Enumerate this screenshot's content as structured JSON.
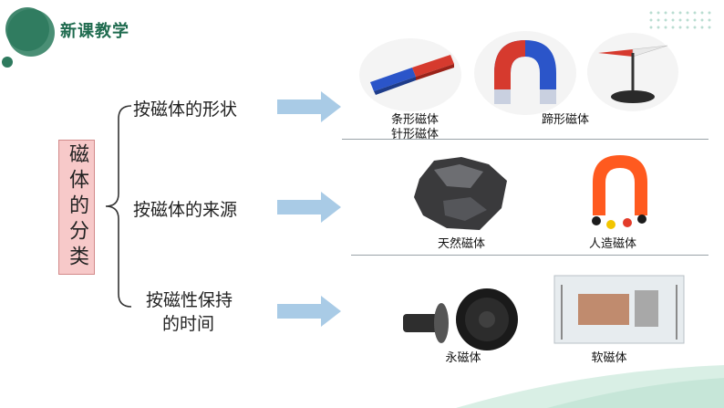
{
  "header": {
    "title": "新课教学"
  },
  "root": {
    "label": "磁体的分类"
  },
  "branches": [
    {
      "label": "按磁体的形状"
    },
    {
      "label_line1": "按磁体的来源"
    },
    {
      "label_line1": "按磁性保持",
      "label_line2": "的时间"
    }
  ],
  "captions": {
    "bar": "条形磁体",
    "needle": "针形磁体",
    "horseshoe": "蹄形磁体",
    "natural": "天然磁体",
    "artificial": "人造磁体",
    "permanent": "永磁体",
    "soft": "软磁体"
  },
  "colors": {
    "accent": "#1f6b4f",
    "arrow": "#a9cbe6",
    "root_bg": "#f7c9c9"
  }
}
